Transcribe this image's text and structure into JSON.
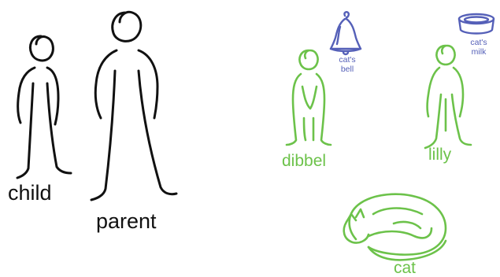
{
  "colors": {
    "black_figures": "#111111",
    "green_figures": "#6cc24a",
    "blue_objects": "#5560b8",
    "background": "#ffffff"
  },
  "figures": {
    "child": {
      "label": "child"
    },
    "parent": {
      "label": "parent"
    },
    "dibbel": {
      "label": "dibbel"
    },
    "lilly": {
      "label": "lilly"
    },
    "cat": {
      "label": "cat"
    }
  },
  "objects": {
    "cats_bell": {
      "label_line1": "cat's",
      "label_line2": "bell",
      "icon": "bell-icon"
    },
    "cats_milk": {
      "label_line1": "cat's",
      "label_line2": "milk",
      "icon": "milk-bowl-icon"
    }
  }
}
